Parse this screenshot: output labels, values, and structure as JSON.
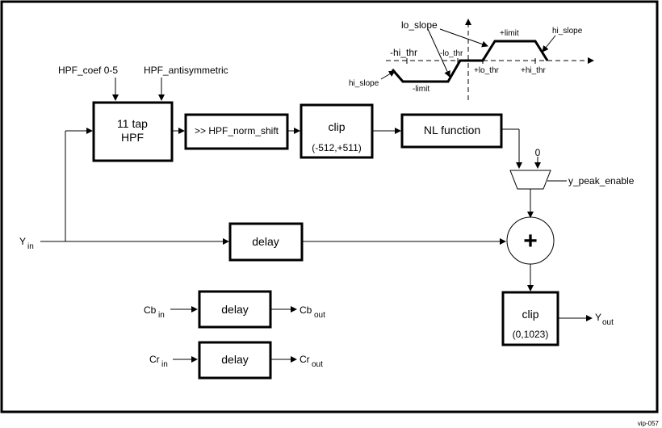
{
  "inputs": {
    "hpf_coef": "HPF_coef 0-5",
    "hpf_antisym": "HPF_antisymmetric",
    "y_main": "Y",
    "y_sub": "in",
    "cb_main": "Cb",
    "cb_in_sub": "in",
    "cr_main": "Cr",
    "cr_in_sub": "in"
  },
  "outputs": {
    "y_main": "Y",
    "y_sub": "out",
    "cb_main": "Cb",
    "cb_sub": "out",
    "cr_main": "Cr",
    "cr_sub": "out"
  },
  "blocks": {
    "hpf_line1": "11 tap",
    "hpf_line2": "HPF",
    "norm_shift": ">> HPF_norm_shift",
    "clip1_title": "clip",
    "clip1_range": "(-512,+511)",
    "nl_function": "NL function",
    "delay_y": "delay",
    "delay_cb": "delay",
    "delay_cr": "delay",
    "adder": "+",
    "clip2_title": "clip",
    "clip2_range": "(0,1023)"
  },
  "mux": {
    "zero_input": "0",
    "select": "y_peak_enable"
  },
  "nl_curve": {
    "lo_slope": "lo_slope",
    "hi_slope_right": "hi_slope",
    "hi_slope_left": "hi_slope",
    "plus_limit": "+limit",
    "minus_limit": "-limit",
    "minus_hi_thr": "-hi_thr",
    "minus_lo_thr": "-lo_thr",
    "plus_lo_thr": "+lo_thr",
    "plus_hi_thr": "+hi_thr"
  },
  "figure_id": "vip-057"
}
